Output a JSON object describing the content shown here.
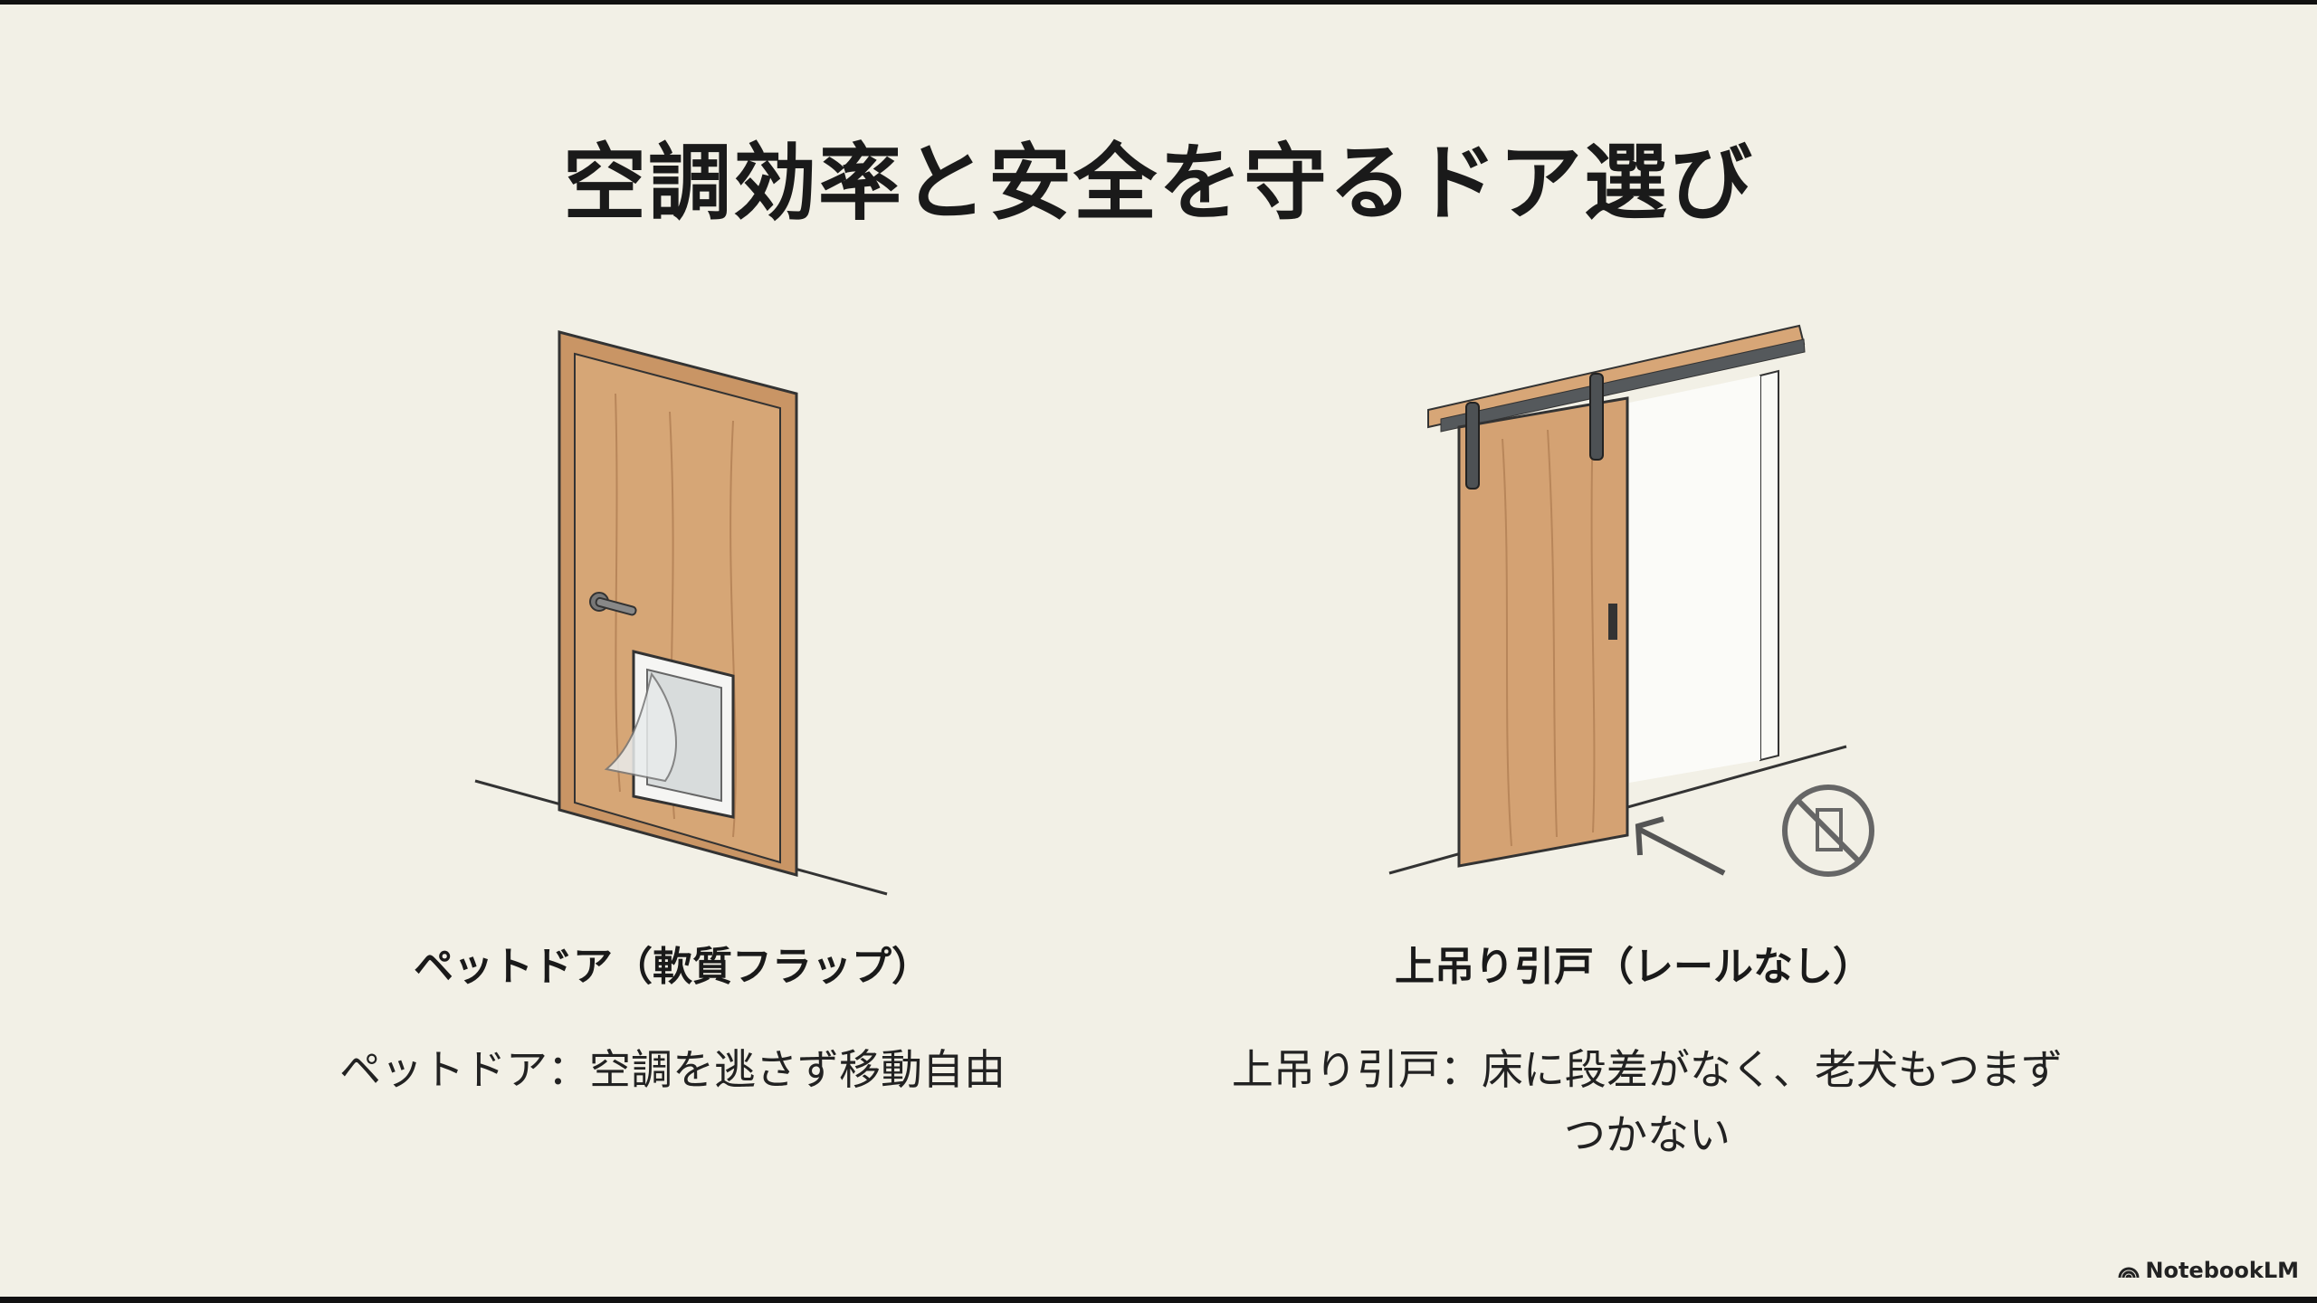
{
  "slide": {
    "title": "空調効率と安全を守るドア選び",
    "cards": [
      {
        "label": "ペットドア（軟質フラップ）",
        "description": "ペットドア：空調を逃さず移動自由"
      },
      {
        "label": "上吊り引戸（レールなし）",
        "description_line1": "上吊り引戸：床に段差がなく、老犬もつまず",
        "description_line2": "つかない"
      }
    ]
  },
  "branding": {
    "name": "NotebookLM",
    "icon": "notebooklm-logo-icon"
  },
  "colors": {
    "background": "#f2f0e6",
    "wood": "#d4a273",
    "metal": "#55595c"
  }
}
